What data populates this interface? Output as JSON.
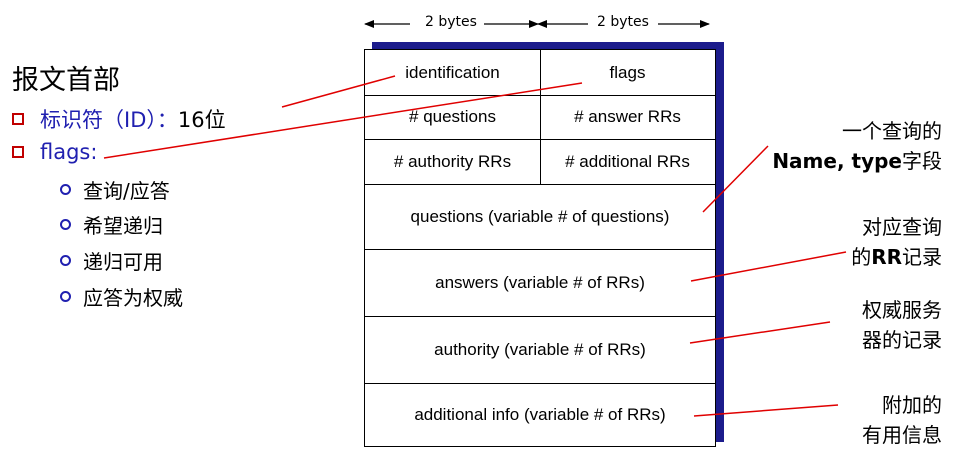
{
  "header": {
    "title": "报文首部",
    "item_id_label": "标识符（ID）：",
    "item_id_value": "16位",
    "item_flags_label": "flags:",
    "flags_subitems": [
      "查询/应答",
      "希望递归",
      "递归可用",
      "应答为权威"
    ]
  },
  "bytes": {
    "left": "2 bytes",
    "right": "2 bytes"
  },
  "table": {
    "row1": [
      "identification",
      "flags"
    ],
    "row2": [
      "# questions",
      "# answer RRs"
    ],
    "row3": [
      "# authority RRs",
      "# additional RRs"
    ],
    "sections": [
      "questions (variable # of questions)",
      "answers (variable # of RRs)",
      "authority (variable # of RRs)",
      "additional info (variable # of RRs)"
    ]
  },
  "annotations": {
    "questions_line1": "一个查询的",
    "questions_line2a": "Name, type",
    "questions_line2b": "字段",
    "answers_line1": "对应查询",
    "answers_line2a": "的",
    "answers_line2b": "RR",
    "answers_line2c": "记录",
    "authority_line1": "权威服务",
    "authority_line2": "器的记录",
    "additional_line1": "附加的",
    "additional_line2": "有用信息"
  },
  "colors": {
    "leader_line": "#e00000",
    "bullet_square": "#c00000",
    "text_blue": "#2020b0",
    "shadow": "#1c1c8c"
  }
}
